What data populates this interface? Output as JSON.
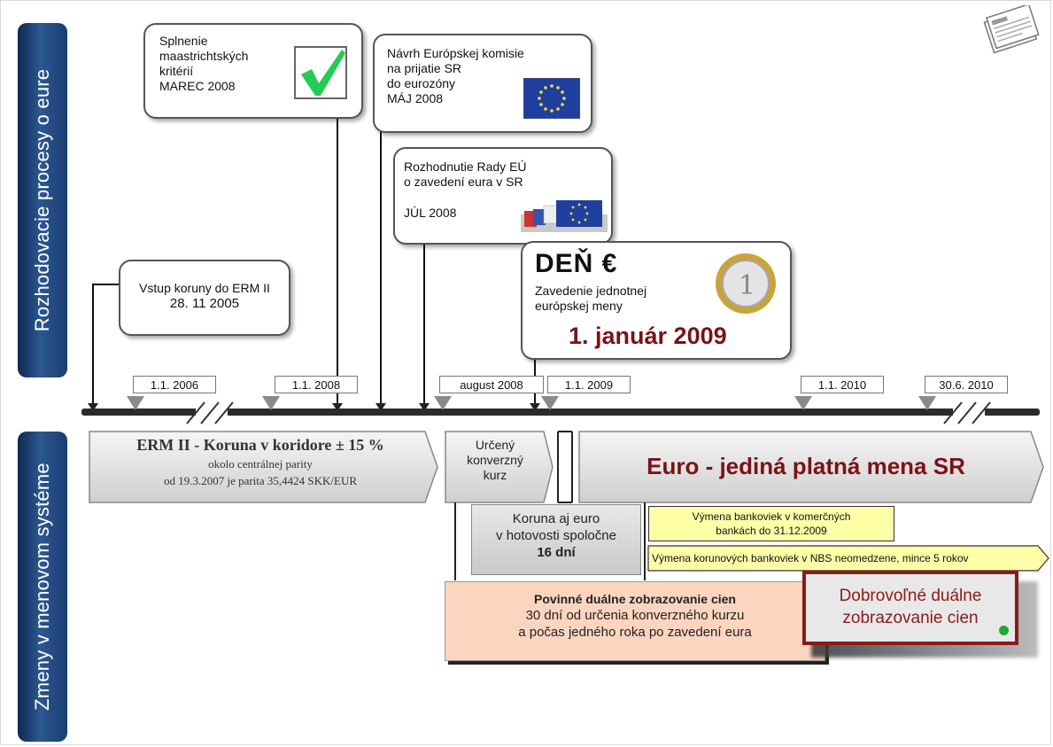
{
  "sidebar": {
    "top_label": "Rozhodovacie procesy o eure",
    "bottom_label": "Zmeny v menovom systéme"
  },
  "events": {
    "maastricht": {
      "lines": [
        "Splnenie",
        "maastrichtských",
        "kritérií",
        "MAREC 2008"
      ]
    },
    "commission": {
      "lines": [
        "Návrh Európskej komisie",
        "na prijatie SR",
        "do eurozóny",
        "MÁJ 2008"
      ]
    },
    "council": {
      "lines": [
        "Rozhodnutie Rady EÚ",
        "o zavedení eura v SR",
        "JÚL 2008"
      ]
    },
    "erm_entry": {
      "lines": [
        "Vstup koruny do ERM II",
        "28. 11 2005"
      ]
    },
    "euro_day": {
      "title": "DEŇ €",
      "subtitle_lines": [
        "Zavedenie jednotnej",
        "európskej meny"
      ],
      "date": "1. január 2009"
    }
  },
  "timeline": {
    "dates": [
      "1.1. 2006",
      "1.1. 2008",
      "august 2008",
      "1.1. 2009",
      "1.1. 2010",
      "30.6. 2010"
    ]
  },
  "phases": {
    "erm": {
      "title": "ERM II - Koruna v koridore ± 15 %",
      "line2": "okolo centrálnej parity",
      "line3": "od 19.3.2007 je parita 35,4424 SKK/EUR"
    },
    "conversion": {
      "lines": [
        "Určený",
        "konverzný",
        "kurz"
      ]
    },
    "euro": {
      "label": "Euro - jediná platná mena SR"
    },
    "dual_cash": {
      "lines": [
        "Koruna aj euro",
        "v hotovosti spoločne",
        "16 dní"
      ]
    },
    "bank_exchange": {
      "lines": [
        "Výmena bankoviek v komerčných",
        "bankách do 31.12.2009"
      ]
    },
    "nbs_exchange": {
      "label": "Výmena korunových bankoviek v NBS neomedzene, mince 5 rokov"
    },
    "mandatory_dual": {
      "lines": [
        "Povinné duálne zobrazovanie cien",
        "30 dní od určenia konverzného kurzu",
        "a počas jedného roka po zavedení eura"
      ]
    },
    "voluntary_dual": {
      "lines": [
        "Dobrovoľné duálne",
        "zobrazovanie cien"
      ]
    }
  },
  "colors": {
    "sidebar": "#1f4a82",
    "euro_dark_red": "#7a1316",
    "salmon": "#fcd5bf",
    "yellow": "#ffffa8",
    "voluntary_border": "#8b1a1a",
    "check_green": "#22cc55"
  }
}
